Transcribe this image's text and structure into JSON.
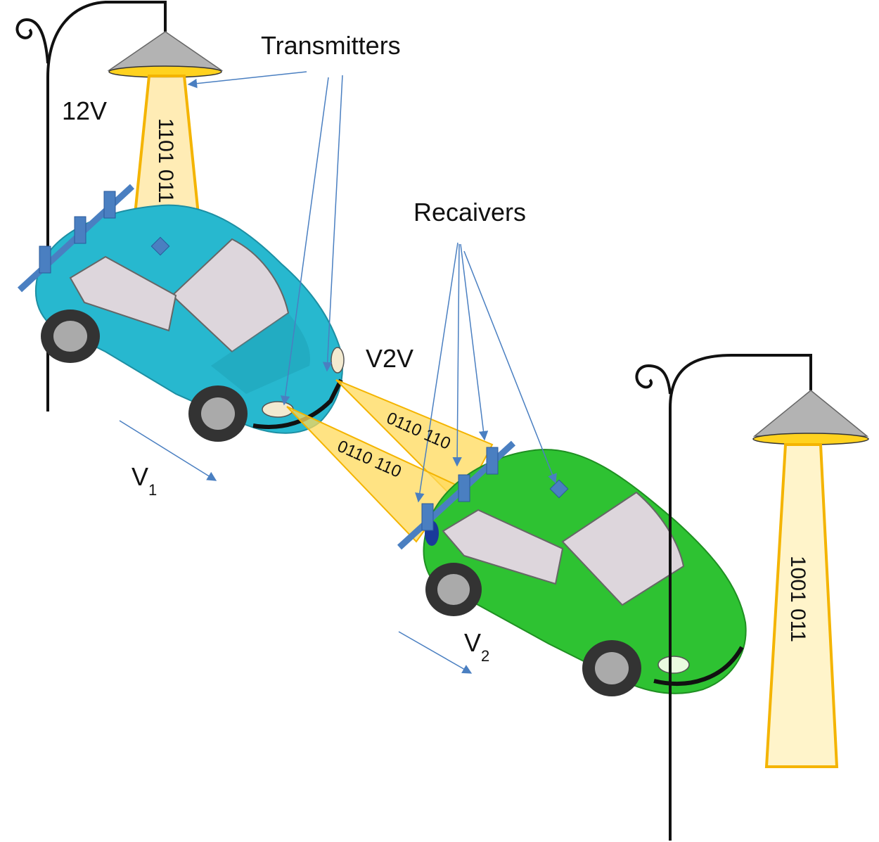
{
  "labels": {
    "transmitters": "Transmitters",
    "receivers": "Recaivers",
    "voltage": "12V",
    "v2v": "V2V",
    "v1_main": "V",
    "v1_sub": "1",
    "v2_main": "V",
    "v2_sub": "2"
  },
  "codes": {
    "lamp_left": "1101 011",
    "lamp_right": "1001 011",
    "beam_upper": "0110 110",
    "beam_lower": "0110 110"
  },
  "colors": {
    "car_left": "#27b8cf",
    "car_right": "#2ec232",
    "light_beam": "#ffe9a8",
    "beam_outline": "#f4b400",
    "lamp_shade": "#b3b3b3",
    "pointer_arrow": "#4a7fc1",
    "pole": "#111111"
  },
  "icons": [
    "street-lamp-icon",
    "car-icon",
    "photodetector-icon",
    "velocity-arrow-icon"
  ]
}
